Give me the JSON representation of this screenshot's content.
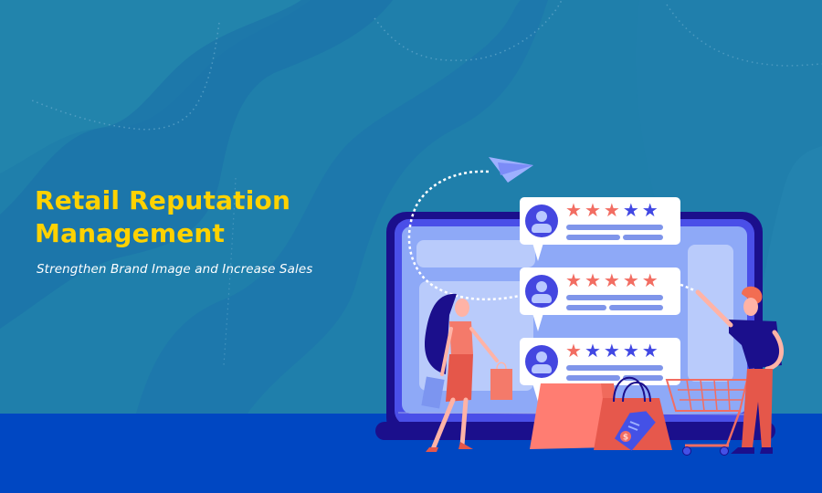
{
  "banner": {
    "title_line1": "Retail Reputation",
    "title_line2": "Management",
    "subtitle": "Strengthen Brand Image and Increase Sales"
  },
  "colors": {
    "background": "#1f7fab",
    "floor": "#0047c2",
    "title": "#ffd200",
    "subtitle": "#ffffff",
    "star_filled": "#f26d62",
    "star_empty": "#4147e3",
    "laptop_frame": "#1b0f8c",
    "laptop_screen": "#8ea9f7"
  },
  "illustration": {
    "review_cards": [
      {
        "filled_stars": 3,
        "total_stars": 5
      },
      {
        "filled_stars": 5,
        "total_stars": 5
      },
      {
        "filled_stars": 1,
        "total_stars": 5
      }
    ],
    "icons": [
      "paper-plane-icon",
      "shopping-bag-icon",
      "price-tag-icon",
      "shopping-cart-icon",
      "user-avatar-icon",
      "star-icon"
    ],
    "price_tag_symbol": "$",
    "star_glyph": "★"
  }
}
